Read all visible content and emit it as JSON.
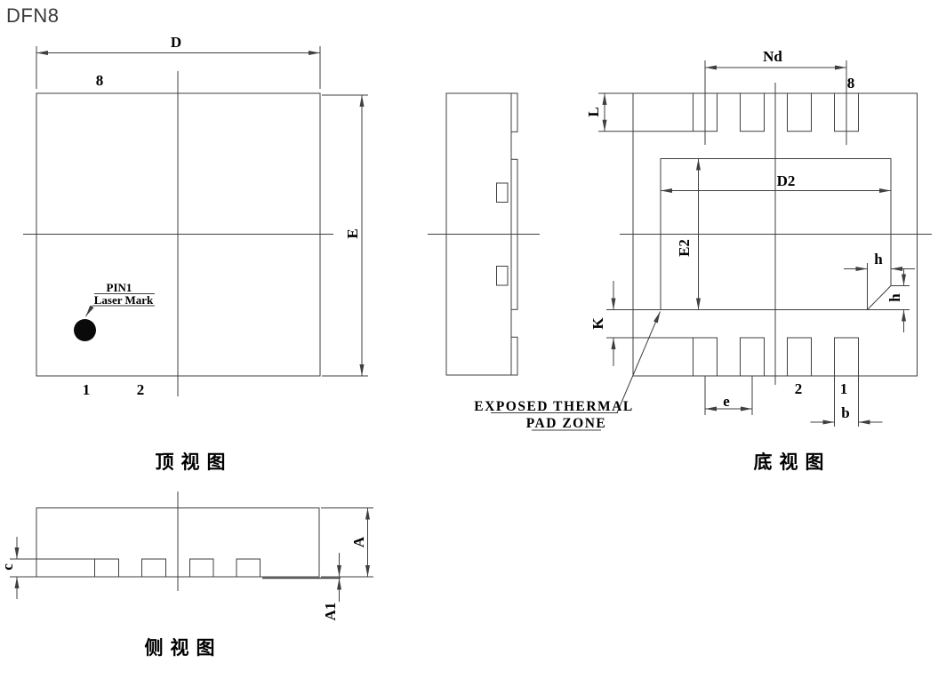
{
  "title": "DFN8",
  "top_view": {
    "caption": "顶视图",
    "d": "D",
    "e": "E",
    "pin8": "8",
    "pin1": "1",
    "pin2": "2",
    "pin1_label": "PIN1",
    "laser_mark": "Laser Mark"
  },
  "bottom_view": {
    "caption": "底视图",
    "nd": "Nd",
    "pin8": "8",
    "l": "L",
    "d2": "D2",
    "e2": "E2",
    "h_top": "h",
    "h_side": "h",
    "k": "K",
    "e_pitch": "e",
    "b": "b",
    "pin1": "1",
    "pin2": "2",
    "thermal_line1": "EXPOSED THERMAL",
    "thermal_line2": "PAD ZONE"
  },
  "side_view": {
    "caption": "侧视图",
    "a": "A",
    "a1": "A1",
    "c": "c"
  },
  "colors": {
    "line": "#3f3f3f",
    "text": "#000000",
    "background": "#ffffff"
  }
}
